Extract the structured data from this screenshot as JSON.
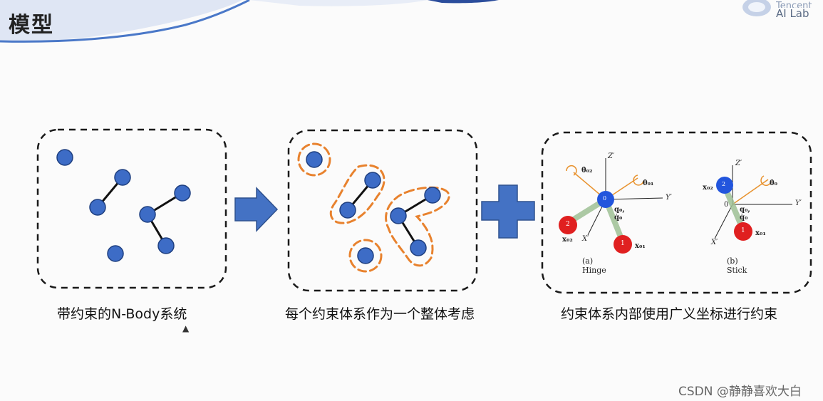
{
  "header": {
    "title": "模型",
    "logo_line1": "Tencent",
    "logo_line2": "AI Lab"
  },
  "panels": [
    {
      "caption": "带约束的N-Body系统"
    },
    {
      "caption": "每个约束体系作为一个整体考虑"
    },
    {
      "caption": "约束体系内部使用广义坐标进行约束"
    }
  ],
  "hinge": {
    "z_label": "Z′",
    "y_label": "Y′",
    "x_label": "X′",
    "theta02": "θ̇₀₂",
    "theta01": "θ̇₀₁",
    "origin": "0",
    "q_label": "q₀, q̇₀",
    "ball1": "1",
    "ball2": "2",
    "x01": "x₀₁",
    "x02": "x₀₂",
    "caption": "(a) Hinge"
  },
  "stick": {
    "z_label": "Z′",
    "y_label": "Y′",
    "x_label": "X′",
    "theta0": "θ̇₀",
    "x02": "x₀₂",
    "origin": "0",
    "q_label": "q₀, q̇₀",
    "ball1": "1",
    "ball2": "2",
    "x01": "x₀₁",
    "caption": "(b) Stick"
  },
  "watermark": "CSDN @静静喜欢大白",
  "colors": {
    "node": "#3d6cc6",
    "node_stroke": "#1e3f80",
    "dash_orange": "#e8822e",
    "arrow_blue": "#4472c4",
    "ball_red": "#e02020",
    "ball_blue": "#2255dd"
  }
}
